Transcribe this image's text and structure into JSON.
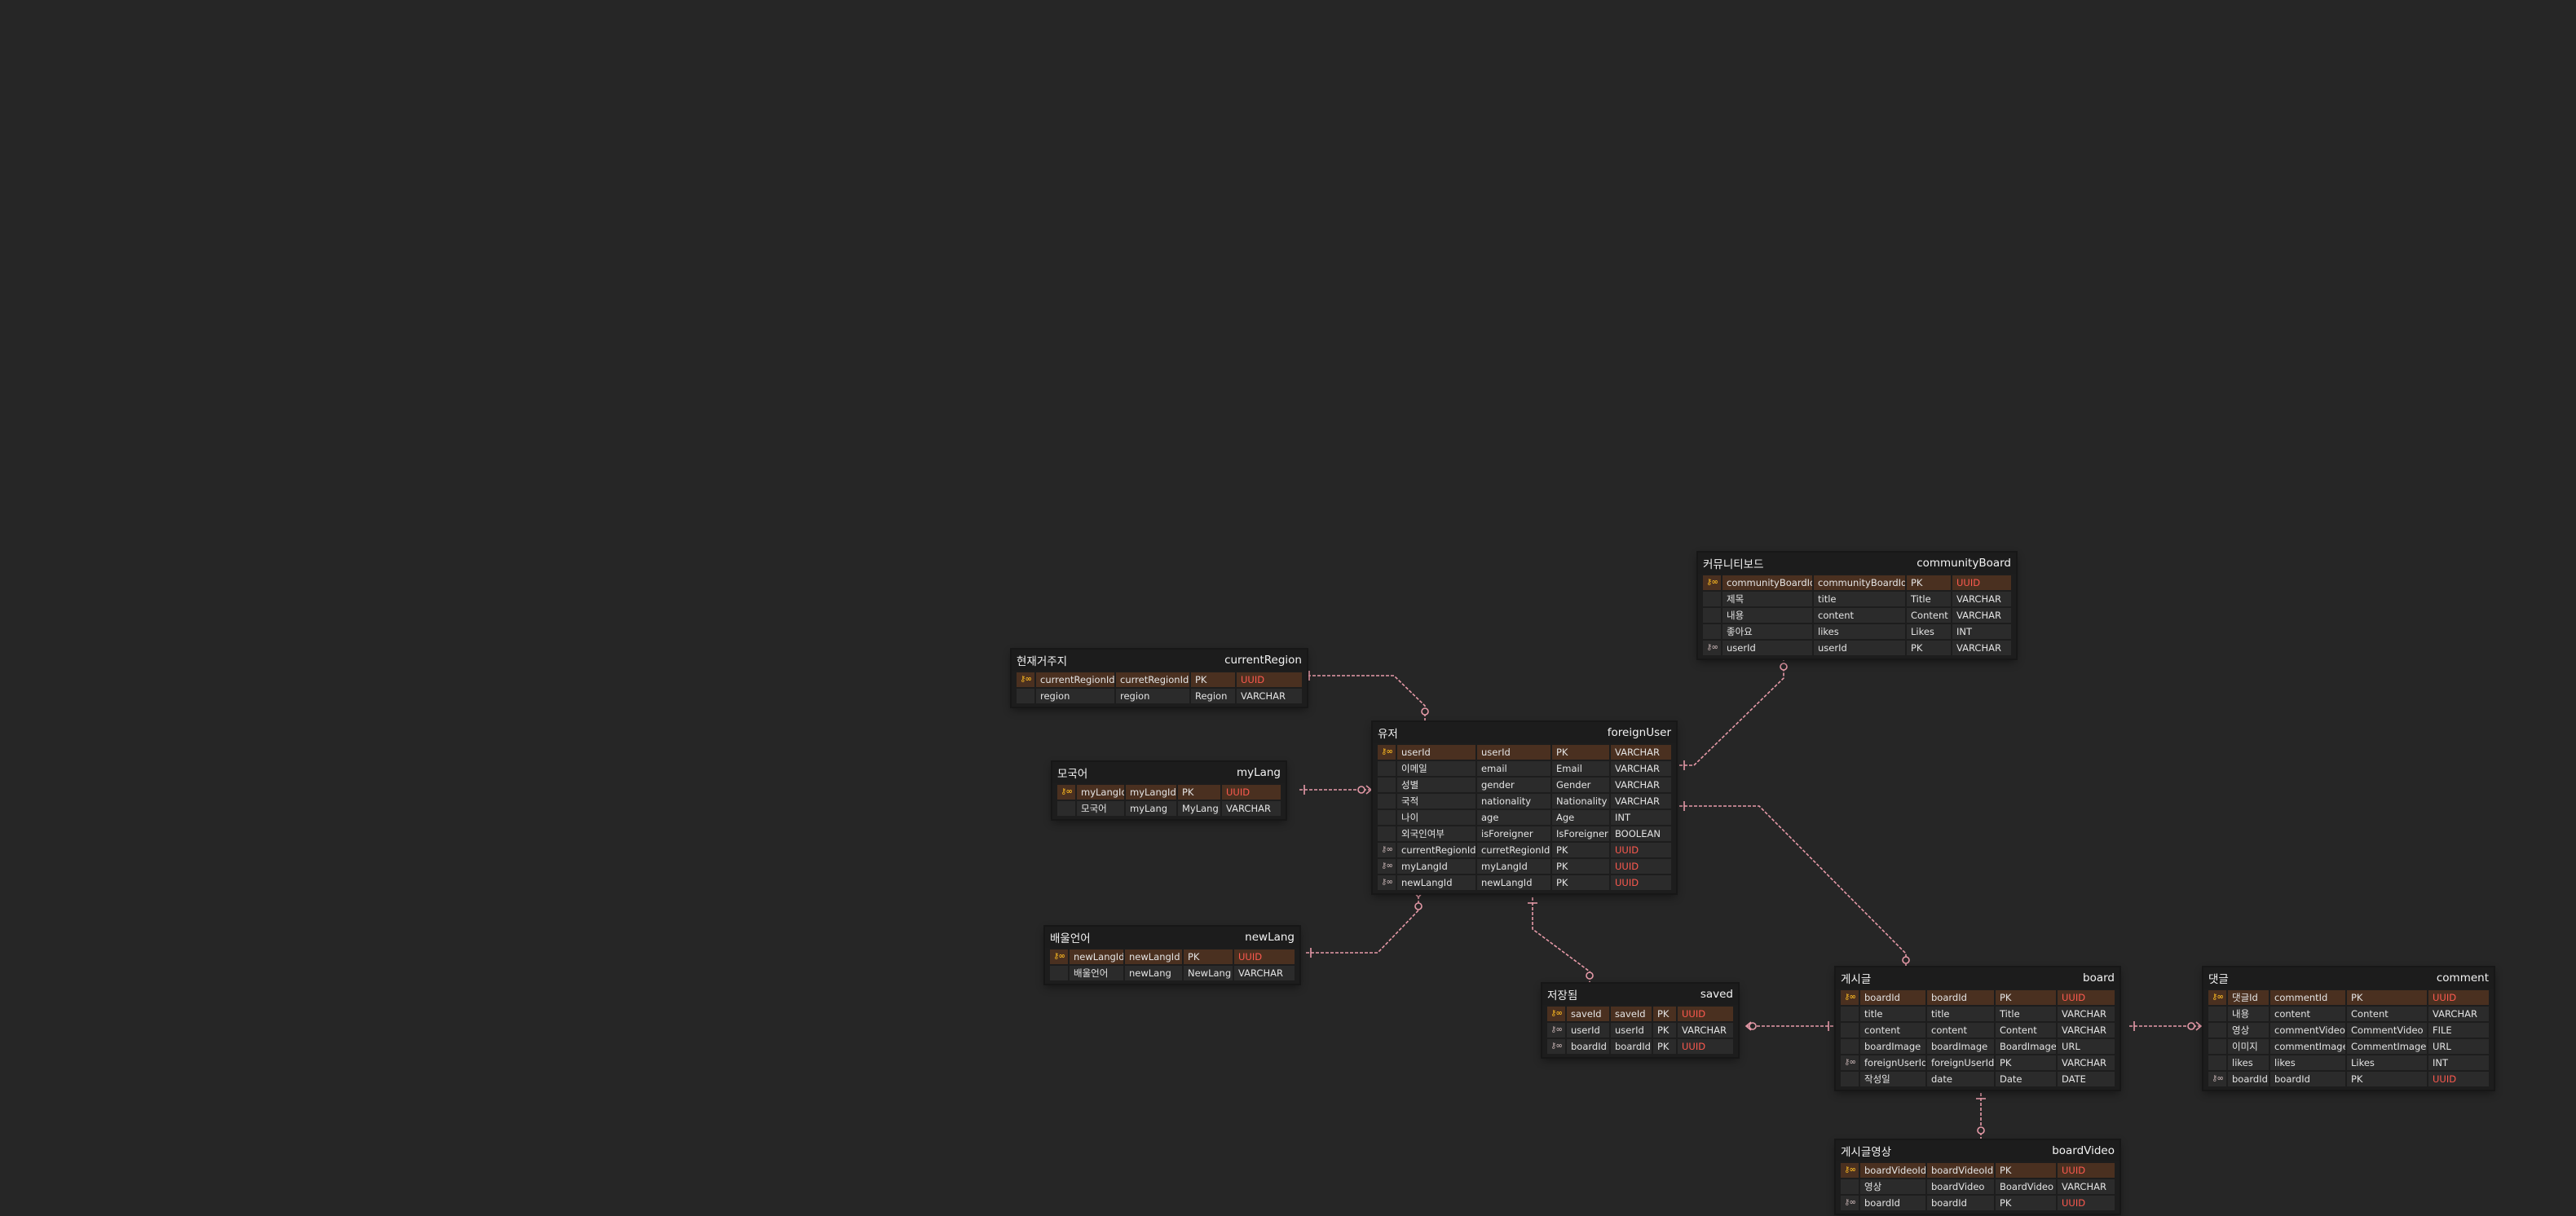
{
  "colors": {
    "background": "#262626",
    "line": "#e69aa8",
    "pk_row": "#4a3020",
    "uuid_text": "#ff5a4f",
    "pk_icon": "#f0b020",
    "fk_icon": "#b5a4a4"
  },
  "icons": {
    "primary_key": "key-icon",
    "foreign_key": "link-key-icon"
  },
  "entities": [
    {
      "id": "communityBoard",
      "title_ko": "커뮤니티보드",
      "title_en": "communityBoard",
      "rows": [
        {
          "key": "pkfk",
          "pk": true,
          "cells": [
            "communityBoardId",
            "communityBoardId",
            "PK",
            "UUID"
          ]
        },
        {
          "key": "",
          "pk": false,
          "cells": [
            "제목",
            "title",
            "Title",
            "VARCHAR"
          ]
        },
        {
          "key": "",
          "pk": false,
          "cells": [
            "내용",
            "content",
            "Content",
            "VARCHAR"
          ]
        },
        {
          "key": "",
          "pk": false,
          "cells": [
            "좋아요",
            "likes",
            "Likes",
            "INT"
          ]
        },
        {
          "key": "fk",
          "pk": false,
          "cells": [
            "userId",
            "userId",
            "PK",
            "VARCHAR"
          ]
        }
      ]
    },
    {
      "id": "currentRegion",
      "title_ko": "현재거주지",
      "title_en": "currentRegion",
      "rows": [
        {
          "key": "pkfk",
          "pk": true,
          "cells": [
            "currentRegionId",
            "curretRegionId",
            "PK",
            "UUID"
          ]
        },
        {
          "key": "",
          "pk": false,
          "cells": [
            "region",
            "region",
            "Region",
            "VARCHAR"
          ]
        }
      ]
    },
    {
      "id": "foreignUser",
      "title_ko": "유저",
      "title_en": "foreignUser",
      "rows": [
        {
          "key": "pkfk",
          "pk": true,
          "cells": [
            "userId",
            "userId",
            "PK",
            "VARCHAR"
          ]
        },
        {
          "key": "",
          "pk": false,
          "cells": [
            "이메일",
            "email",
            "Email",
            "VARCHAR"
          ]
        },
        {
          "key": "",
          "pk": false,
          "cells": [
            "성별",
            "gender",
            "Gender",
            "VARCHAR"
          ]
        },
        {
          "key": "",
          "pk": false,
          "cells": [
            "국적",
            "nationality",
            "Nationality",
            "VARCHAR"
          ]
        },
        {
          "key": "",
          "pk": false,
          "cells": [
            "나이",
            "age",
            "Age",
            "INT"
          ]
        },
        {
          "key": "",
          "pk": false,
          "cells": [
            "외국인여부",
            "isForeigner",
            "IsForeigner",
            "BOOLEAN"
          ]
        },
        {
          "key": "fk",
          "pk": false,
          "cells": [
            "currentRegionId",
            "curretRegionId",
            "PK",
            "UUID"
          ]
        },
        {
          "key": "fk",
          "pk": false,
          "cells": [
            "myLangId",
            "myLangId",
            "PK",
            "UUID"
          ]
        },
        {
          "key": "fk",
          "pk": false,
          "cells": [
            "newLangId",
            "newLangId",
            "PK",
            "UUID"
          ]
        }
      ]
    },
    {
      "id": "myLang",
      "title_ko": "모국어",
      "title_en": "myLang",
      "rows": [
        {
          "key": "pkfk",
          "pk": true,
          "cells": [
            "myLangId",
            "myLangId",
            "PK",
            "UUID"
          ]
        },
        {
          "key": "",
          "pk": false,
          "cells": [
            "모국어",
            "myLang",
            "MyLang",
            "VARCHAR"
          ]
        }
      ]
    },
    {
      "id": "newLang",
      "title_ko": "배울언어",
      "title_en": "newLang",
      "rows": [
        {
          "key": "pkfk",
          "pk": true,
          "cells": [
            "newLangId",
            "newLangId",
            "PK",
            "UUID"
          ]
        },
        {
          "key": "",
          "pk": false,
          "cells": [
            "배울언어",
            "newLang",
            "NewLang",
            "VARCHAR"
          ]
        }
      ]
    },
    {
      "id": "saved",
      "title_ko": "저장됨",
      "title_en": "saved",
      "rows": [
        {
          "key": "pkfk",
          "pk": true,
          "cells": [
            "saveId",
            "saveId",
            "PK",
            "UUID"
          ]
        },
        {
          "key": "fk",
          "pk": false,
          "cells": [
            "userId",
            "userId",
            "PK",
            "VARCHAR"
          ]
        },
        {
          "key": "fk",
          "pk": false,
          "cells": [
            "boardId",
            "boardId",
            "PK",
            "UUID"
          ]
        }
      ]
    },
    {
      "id": "board",
      "title_ko": "게시글",
      "title_en": "board",
      "rows": [
        {
          "key": "pkfk",
          "pk": true,
          "cells": [
            "boardId",
            "boardId",
            "PK",
            "UUID"
          ]
        },
        {
          "key": "",
          "pk": false,
          "cells": [
            "title",
            "title",
            "Title",
            "VARCHAR"
          ]
        },
        {
          "key": "",
          "pk": false,
          "cells": [
            "content",
            "content",
            "Content",
            "VARCHAR"
          ]
        },
        {
          "key": "",
          "pk": false,
          "cells": [
            "boardImage",
            "boardImage",
            "BoardImage",
            "URL"
          ]
        },
        {
          "key": "fk",
          "pk": false,
          "cells": [
            "foreignUserId",
            "foreignUserId",
            "PK",
            "VARCHAR"
          ]
        },
        {
          "key": "",
          "pk": false,
          "cells": [
            "작성일",
            "date",
            "Date",
            "DATE"
          ]
        }
      ]
    },
    {
      "id": "comment",
      "title_ko": "댓글",
      "title_en": "comment",
      "rows": [
        {
          "key": "pkfk",
          "pk": true,
          "cells": [
            "댓글Id",
            "commentId",
            "PK",
            "UUID"
          ]
        },
        {
          "key": "",
          "pk": false,
          "cells": [
            "내용",
            "content",
            "Content",
            "VARCHAR"
          ]
        },
        {
          "key": "",
          "pk": false,
          "cells": [
            "영상",
            "commentVideo",
            "CommentVideo",
            "FILE"
          ]
        },
        {
          "key": "",
          "pk": false,
          "cells": [
            "이미지",
            "commentImage",
            "CommentImage",
            "URL"
          ]
        },
        {
          "key": "",
          "pk": false,
          "cells": [
            "likes",
            "likes",
            "Likes",
            "INT"
          ]
        },
        {
          "key": "fk",
          "pk": false,
          "cells": [
            "boardId",
            "boardId",
            "PK",
            "UUID"
          ]
        }
      ]
    },
    {
      "id": "boardVideo",
      "title_ko": "게시글영상",
      "title_en": "boardVideo",
      "rows": [
        {
          "key": "pkfk",
          "pk": true,
          "cells": [
            "boardVideoId",
            "boardVideoId",
            "PK",
            "UUID"
          ]
        },
        {
          "key": "",
          "pk": false,
          "cells": [
            "영상",
            "boardVideo",
            "BoardVideo",
            "VARCHAR"
          ]
        },
        {
          "key": "fk",
          "pk": false,
          "cells": [
            "boardId",
            "boardId",
            "PK",
            "UUID"
          ]
        }
      ]
    }
  ]
}
